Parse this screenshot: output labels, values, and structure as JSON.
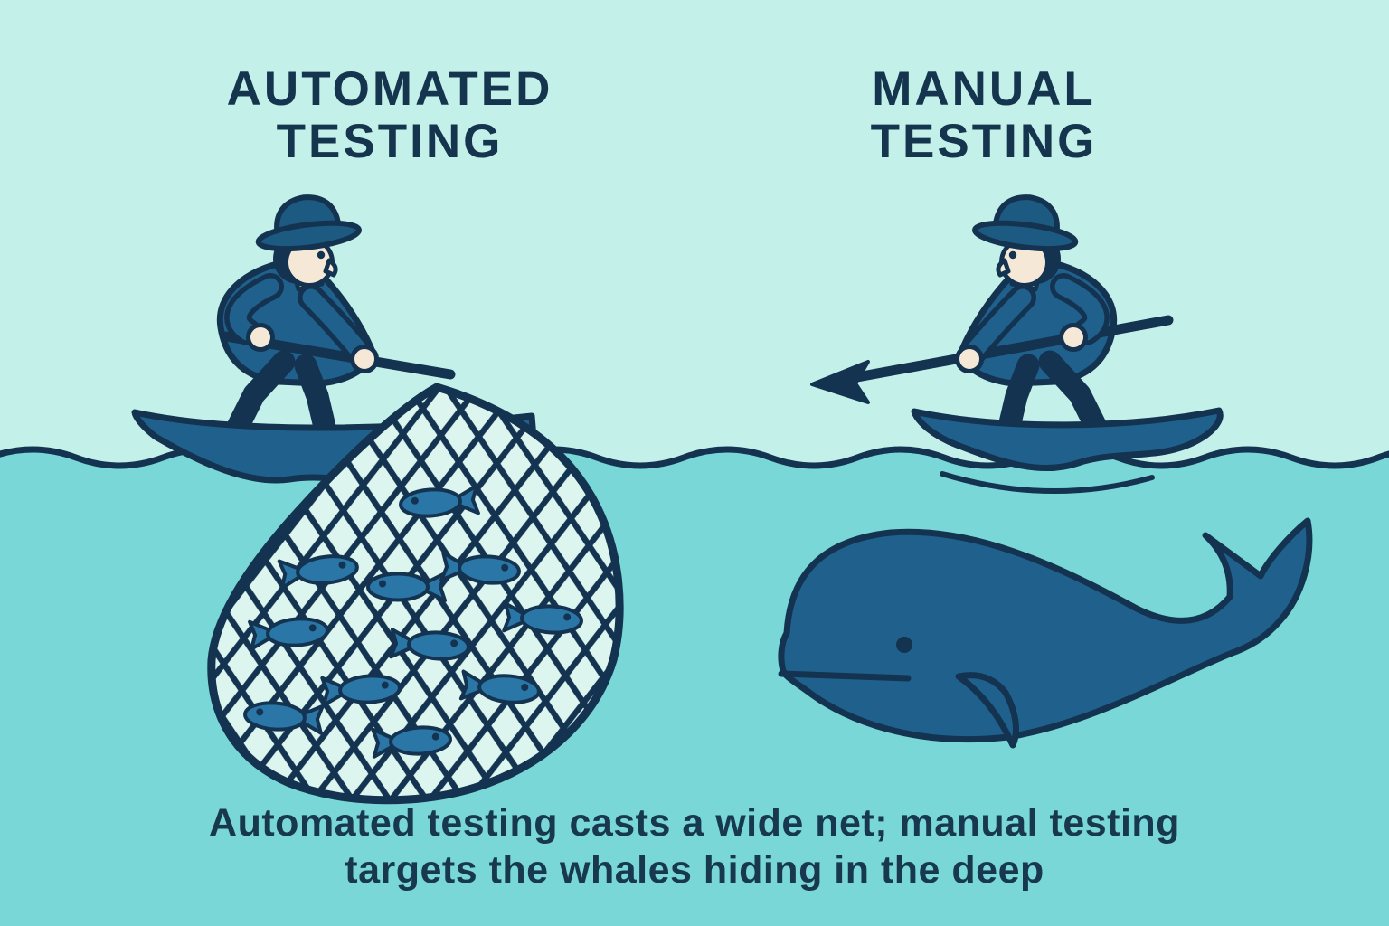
{
  "titles": {
    "automated": {
      "line1": "AUTOMATED",
      "line2": "TESTING"
    },
    "manual": {
      "line1": "MANUAL",
      "line2": "TESTING"
    }
  },
  "caption": {
    "line1": "Automated testing casts a wide net; manual testing",
    "line2": "targets the whales hiding in the deep"
  },
  "colors": {
    "sky": "#c3f1ea",
    "water": "#79d7d7",
    "outline": "#143350",
    "figure": "#1f618c",
    "hat": "#1d5a82",
    "fish": "#2a76a6",
    "net": "#dcf5ef",
    "skin": "#f6e8d7",
    "title": "#15344e",
    "caption": "#17384f"
  },
  "scene": {
    "left_icon": "fisherman-casting-wide-net",
    "right_icon": "fisherman-with-harpoon",
    "fish_in_net_count": 11,
    "whale_count": 1
  }
}
